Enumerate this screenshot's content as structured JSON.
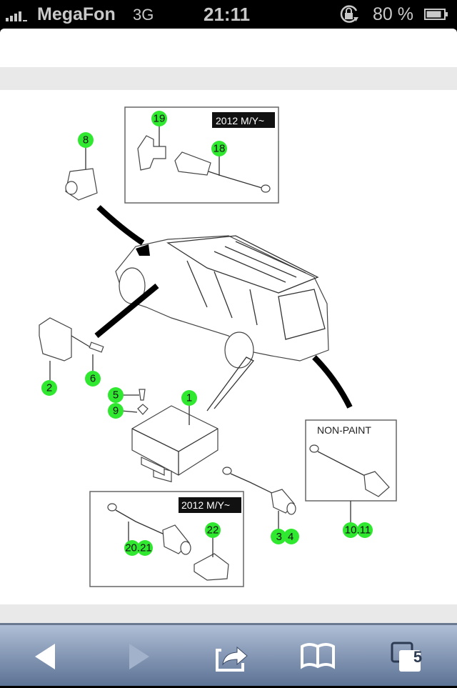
{
  "status_bar": {
    "carrier": "MegaFon",
    "network": "3G",
    "time": "21:11",
    "battery_percent": "80 %",
    "signal_bars": 4,
    "icons": [
      "signal-icon",
      "rotation-lock-icon",
      "battery-icon"
    ]
  },
  "diagram": {
    "callouts": [
      "19",
      "18",
      "8",
      "2",
      "6",
      "5",
      "9",
      "1",
      "22",
      "20.21",
      "3",
      "4",
      "10.11"
    ],
    "box_top_label": "2012 M/Y~",
    "box_bottom_label": "2012 M/Y~",
    "box_right_label": "NON-PAINT"
  },
  "toolbar": {
    "buttons": [
      "back",
      "forward",
      "share",
      "bookmarks",
      "tabs"
    ],
    "tab_count": "5",
    "colors": {
      "accent_green": "#2fe82f",
      "toolbar_blue": "#8d9fbb"
    }
  }
}
